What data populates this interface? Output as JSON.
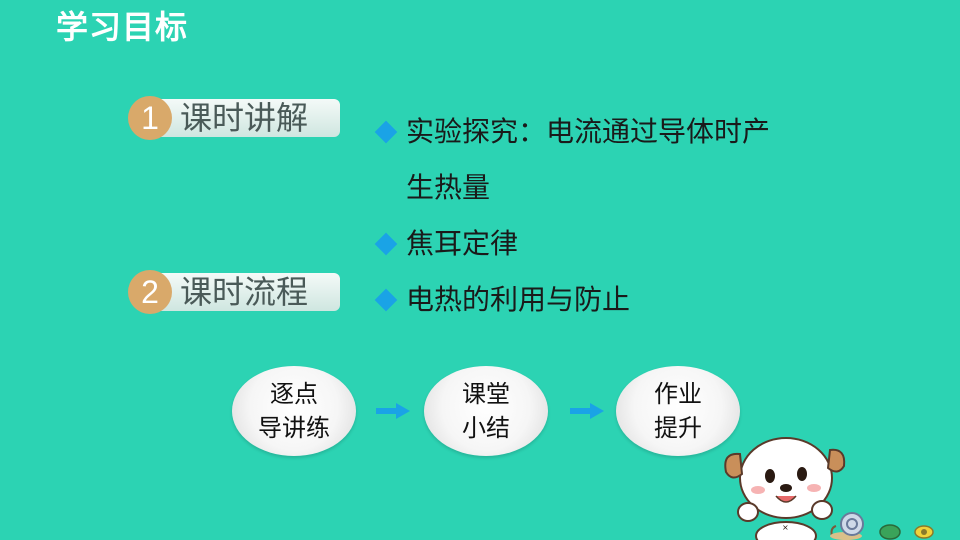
{
  "header": {
    "title": "学习目标"
  },
  "sections": [
    {
      "number": "1",
      "label": "课时讲解"
    },
    {
      "number": "2",
      "label": "课时流程"
    }
  ],
  "objectives": [
    {
      "line1": "实验探究：电流通过导体时产",
      "line2": "生热量"
    },
    {
      "line1": "焦耳定律"
    },
    {
      "line1": "电热的利用与防止"
    }
  ],
  "flow": [
    {
      "line1": "逐点",
      "line2": "导讲练"
    },
    {
      "line1": "课堂",
      "line2": "小结"
    },
    {
      "line1": "作业",
      "line2": "提升"
    }
  ],
  "colors": {
    "background": "#2cd3b3",
    "badge": "#d9a96a",
    "bullet": "#1aa3e6",
    "arrow": "#1aa3e6"
  }
}
